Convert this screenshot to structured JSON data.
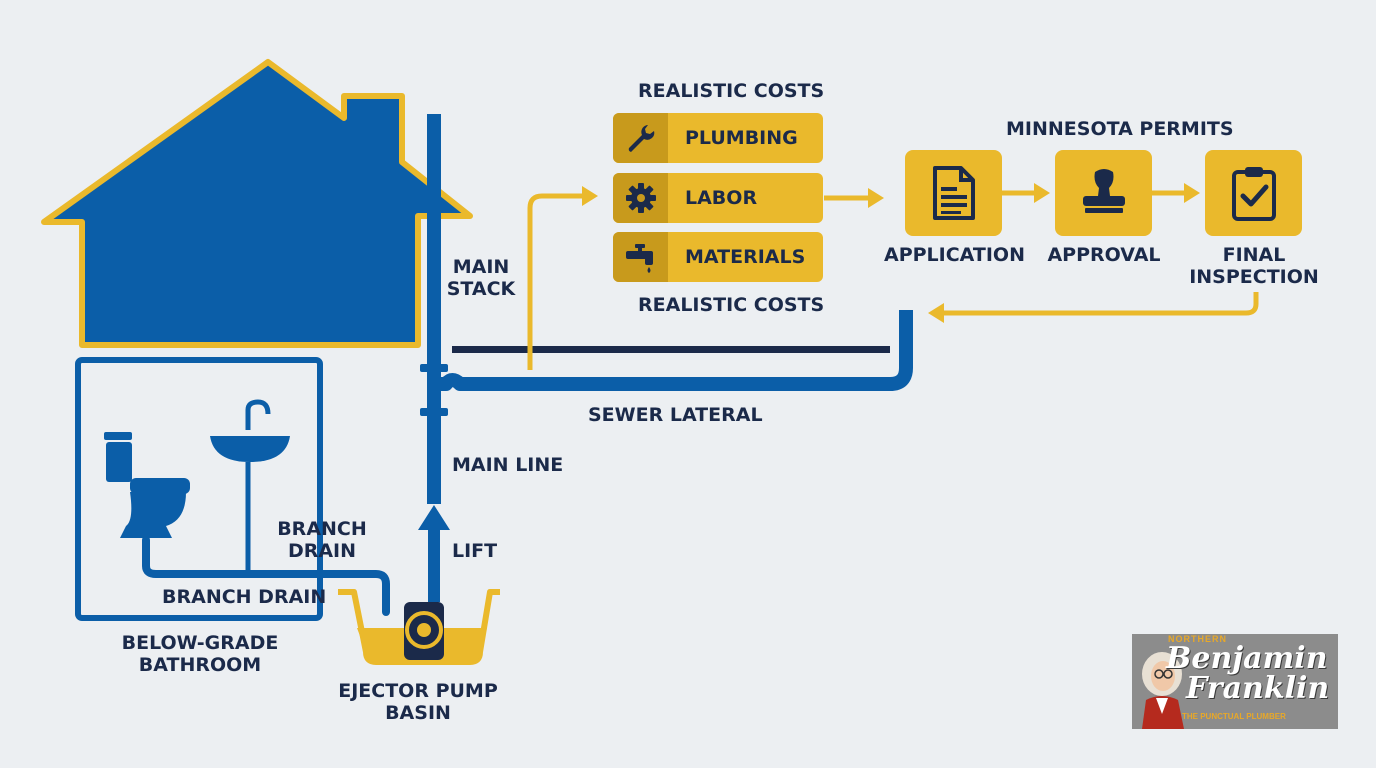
{
  "labels": {
    "main_stack": [
      "MAIN",
      "STACK"
    ],
    "main_line": "MAIN LINE",
    "lift": "LIFT",
    "sewer_lateral": "SEWER LATERAL",
    "branch_drain_upper": [
      "BRANCH",
      "DRAIN"
    ],
    "branch_drain_lower": "BRANCH DRAIN",
    "below_grade_bathroom": [
      "BELOW-GRADE",
      "BATHROOM"
    ],
    "ejector_pump_basin": [
      "EJECTOR PUMP",
      "BASIN"
    ]
  },
  "costs": {
    "heading_top": "REALISTIC COSTS",
    "heading_bottom": "REALISTIC COSTS",
    "items": [
      {
        "label": "PLUMBING",
        "icon": "wrench-icon"
      },
      {
        "label": "LABOR",
        "icon": "gear-icon"
      },
      {
        "label": "MATERIALS",
        "icon": "faucet-icon"
      }
    ]
  },
  "permits": {
    "heading": "MINNESOTA PERMITS",
    "steps": [
      {
        "label": "APPLICATION",
        "icon": "document-icon"
      },
      {
        "label": "APPROVAL",
        "icon": "stamp-icon"
      },
      {
        "label": [
          "FINAL",
          "INSPECTION"
        ],
        "icon": "clipboard-check-icon"
      }
    ]
  },
  "logo": {
    "region": "NORTHERN",
    "line1": "Benjamin",
    "line2": "Franklin",
    "tagline": "THE PUNCTUAL PLUMBER"
  },
  "colors": {
    "blue": "#0b5ea8",
    "navy": "#1b2a4a",
    "yellow": "#eab92c",
    "background": "#eceff2"
  }
}
